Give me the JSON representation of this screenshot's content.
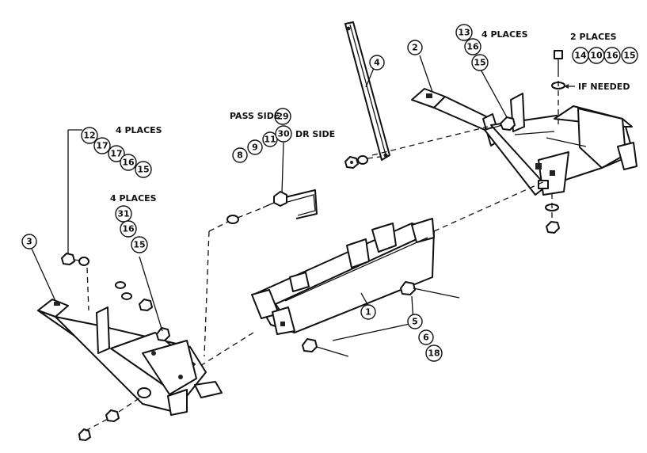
{
  "callouts": {
    "c1": "1",
    "c2": "2",
    "c3": "3",
    "c4": "4",
    "c5": "5",
    "c6": "6",
    "c18": "18",
    "c8": "8",
    "c9": "9",
    "c11": "11",
    "c29": "29",
    "c30": "30",
    "c12": "12",
    "c17a": "17",
    "c17b": "17",
    "c16a": "16",
    "c15a": "15",
    "c31": "31",
    "c16b": "16",
    "c15b": "15",
    "c13": "13",
    "c16c": "16",
    "c15c": "15",
    "c14": "14",
    "c10": "10",
    "c16d": "16",
    "c15d": "15"
  },
  "notes": {
    "left_top_places": "4 PLACES",
    "left_mid_places": "4 PLACES",
    "right_mid_places": "4 PLACES",
    "right_top_places": "2 PLACES",
    "pass_side": "PASS SIDE",
    "dr_side": "DR SIDE",
    "if_needed": "IF NEEDED"
  }
}
